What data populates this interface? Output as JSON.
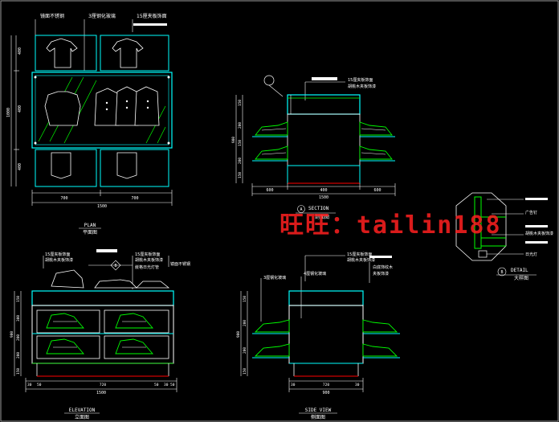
{
  "colors": {
    "background": "#000000",
    "frame": "#ffffff",
    "cyan": "#00ffff",
    "green": "#00ff00",
    "dim": "#ffffff",
    "red": "#ff0000",
    "watermark": "#ff2020"
  },
  "watermark": "旺旺：tailin188",
  "plan": {
    "title": "PLAN",
    "subtitle": "平面图",
    "notes": [
      "镜面不锈钢",
      "3厘钢化玻璃",
      "15厘夹板饰面"
    ],
    "dims_bottom": [
      "700",
      "700"
    ],
    "total_width": "1500",
    "dims_left": [
      "400",
      "400",
      "400"
    ],
    "total_height": "1000"
  },
  "section": {
    "title": "SECTION",
    "subtitle": "剖面图",
    "marker": "A",
    "notes": [
      "15厘夹板饰面",
      "胡桃木夹板饰漆"
    ],
    "dims_bottom": [
      "600",
      "400",
      "600"
    ],
    "total_width": "1500",
    "dims_left": [
      "150",
      "200",
      "150",
      "200",
      "150"
    ],
    "total_height": "900"
  },
  "detail": {
    "title": "DETAIL",
    "subtitle": "大样图",
    "marker": "B",
    "notes": [
      "广告钉",
      "胡桃木夹板饰漆",
      "日光灯"
    ]
  },
  "elevation": {
    "title": "ELEVATION",
    "subtitle": "立面图",
    "marker": "B",
    "notes": [
      "15厘夹板饰面",
      "胡桃木夹板饰漆",
      "15厘夹板饰面",
      "胡桃木夹板饰漆",
      "嵌格日光灯管",
      "镜面不锈钢"
    ],
    "dims_bottom": [
      "30",
      "50",
      "720",
      "50",
      "30",
      "50"
    ],
    "total_width": "1500",
    "dims_left": [
      "150",
      "300",
      "200",
      "200",
      "150"
    ],
    "total_height": "900"
  },
  "side_view": {
    "title": "SIDE VIEW",
    "subtitle": "侧面图",
    "notes": [
      "15厘夹板饰面",
      "胡桃木夹板饰漆",
      "3厘钢化玻璃",
      "4厘钢化玻璃",
      "白底饰纹木",
      "夹板饰漆"
    ],
    "dims_bottom": [
      "30",
      "720",
      "30"
    ],
    "total_width": "900",
    "dims_left": [
      "150",
      "200",
      "200",
      "150"
    ],
    "total_height": "900"
  }
}
